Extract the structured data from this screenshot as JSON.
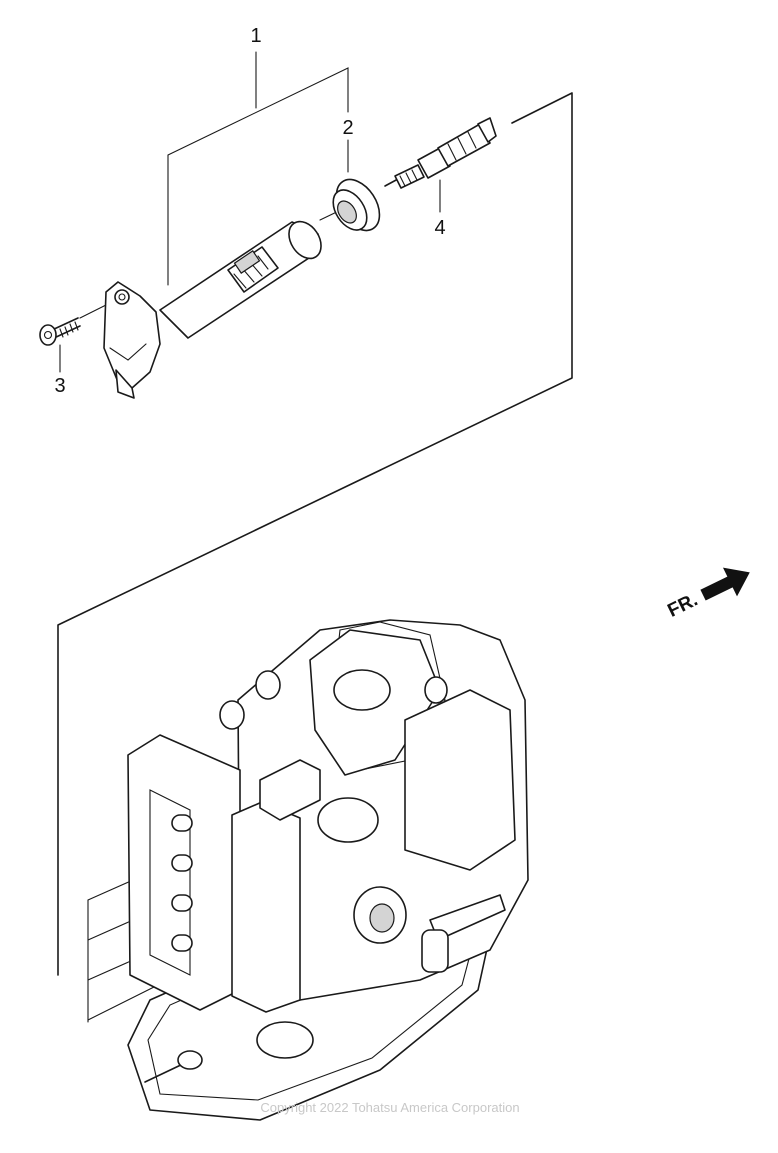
{
  "callouts": [
    {
      "number": "1",
      "part": "ignition-coil"
    },
    {
      "number": "2",
      "part": "coil-seal"
    },
    {
      "number": "3",
      "part": "coil-bolt"
    },
    {
      "number": "4",
      "part": "spark-plug"
    }
  ],
  "direction_label": "FR.",
  "copyright": "Copyright 2022 Tohatsu America Corporation"
}
